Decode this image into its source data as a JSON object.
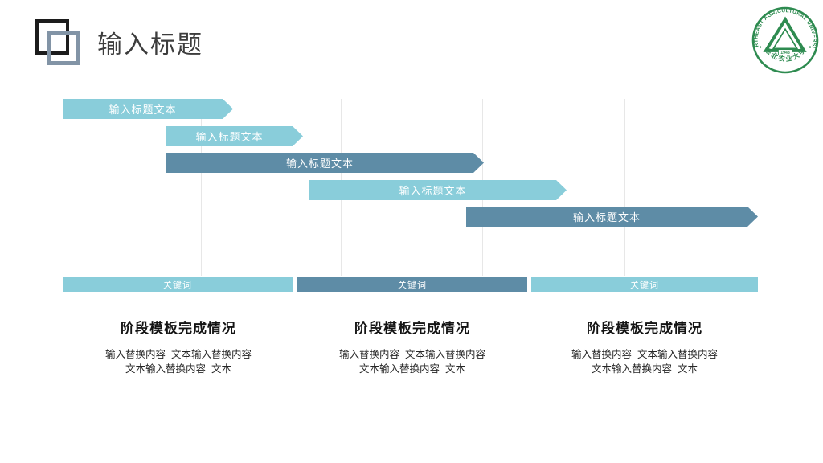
{
  "title": "输入标题",
  "logo": {
    "university_en": "NORTHEAST AGRICULTURAL UNIVERSITY",
    "year": "1948",
    "university_cn": "东 北 农 业 大 学",
    "color": "#2e8b50"
  },
  "chart": {
    "type": "gantt-timeline",
    "bars": [
      {
        "label": "输入标题文本",
        "variant": "light"
      },
      {
        "label": "输入标题文本",
        "variant": "light"
      },
      {
        "label": "输入标题文本",
        "variant": "dark"
      },
      {
        "label": "输入标题文本",
        "variant": "light"
      },
      {
        "label": "输入标题文本",
        "variant": "dark"
      }
    ],
    "keywords": [
      {
        "label": "关键词",
        "variant": "light"
      },
      {
        "label": "关键词",
        "variant": "dark"
      },
      {
        "label": "关键词",
        "variant": "light"
      }
    ],
    "colors": {
      "light": "#89cdda",
      "dark": "#5e8ca6"
    }
  },
  "columns": [
    {
      "heading": "阶段模板完成情况",
      "line1": "输入替换内容  文本输入替换内容",
      "line2": "文本输入替换内容  文本"
    },
    {
      "heading": "阶段模板完成情况",
      "line1": "输入替换内容  文本输入替换内容",
      "line2": "文本输入替换内容  文本"
    },
    {
      "heading": "阶段模板完成情况",
      "line1": "输入替换内容  文本输入替换内容",
      "line2": "文本输入替换内容  文本"
    }
  ]
}
